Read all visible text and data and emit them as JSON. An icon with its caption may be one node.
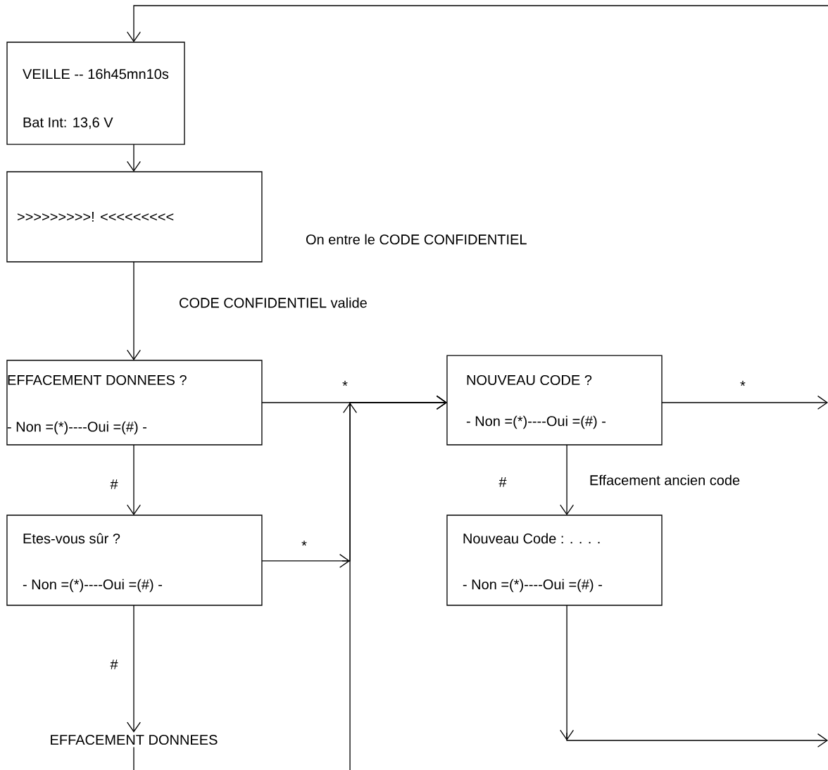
{
  "diagram": {
    "nodes": [
      {
        "text": [
          "VEILLE -- 16h45mn10s",
          "Bat Int: 13,6 V"
        ]
      },
      {
        "text": [
          ">>>>>>>>>! <<<<<<<<<"
        ],
        "beside": [
          "On entre le CODE CONFIDENTIEL"
        ]
      },
      {
        "text": [
          "EFFACEMENT DONNEES ?",
          "- Non =(*)----Oui =(#) -"
        ]
      },
      {
        "text": [
          "NOUVEAU CODE ?",
          "- Non =(*)----Oui =(#) -"
        ]
      },
      {
        "text": [
          "Etes-vous sûr ?",
          "- Non =(*)----Oui =(#) -"
        ]
      },
      {
        "text": [
          "Nouveau Code : . . . .",
          "- Non =(*)----Oui =(#) -"
        ]
      },
      {
        "text": [
          "EFFACEMENT DONNEES"
        ]
      }
    ],
    "edges": [
      {
        "from": null,
        "to": 0,
        "arrow": "to"
      },
      {
        "from": 0,
        "to": 1,
        "arrow": "to"
      },
      {
        "from": 1,
        "to": 2,
        "arrow": "to",
        "label": "CODE CONFIDENTIEL valide"
      },
      {
        "from": 2,
        "to": 3,
        "arrow": "to",
        "label": "*"
      },
      {
        "from": 4,
        "to": 3,
        "arrow": "to",
        "label": "*"
      },
      {
        "from": null,
        "to": 3,
        "arrow": "to"
      },
      {
        "from": 3,
        "to": null,
        "arrow": "to",
        "label": "*"
      },
      {
        "from": 2,
        "to": 4,
        "arrow": "to",
        "label": "#"
      },
      {
        "from": 3,
        "to": 5,
        "arrow": "to",
        "label": "#"
      },
      {
        "from": 4,
        "to": 6,
        "arrow": "to",
        "label": "#"
      },
      {
        "from": 6,
        "to": null,
        "arrow": "none"
      },
      {
        "from": 5,
        "to": null,
        "arrow": "to"
      }
    ],
    "labels": [
      "Effacement ancien code"
    ]
  }
}
